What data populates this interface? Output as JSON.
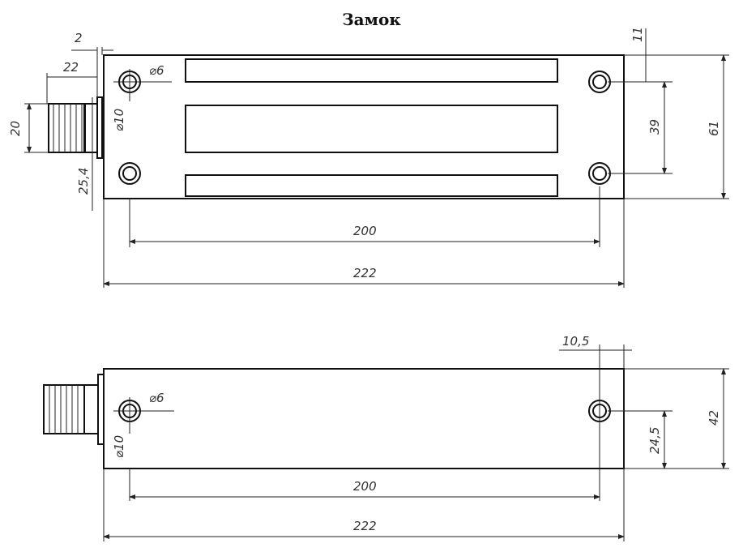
{
  "title": "Замок",
  "top_view": {
    "dims": {
      "d2": "2",
      "d22": "22",
      "d20": "20",
      "d25_4": "25,4",
      "phi6": "⌀6",
      "phi10": "⌀10",
      "d11": "11",
      "d39": "39",
      "d61": "61",
      "d200": "200",
      "d222": "222"
    }
  },
  "side_view": {
    "dims": {
      "phi6": "⌀6",
      "phi10": "⌀10",
      "d10_5": "10,5",
      "d42": "42",
      "d24_5": "24,5",
      "d200": "200",
      "d222": "222"
    }
  }
}
